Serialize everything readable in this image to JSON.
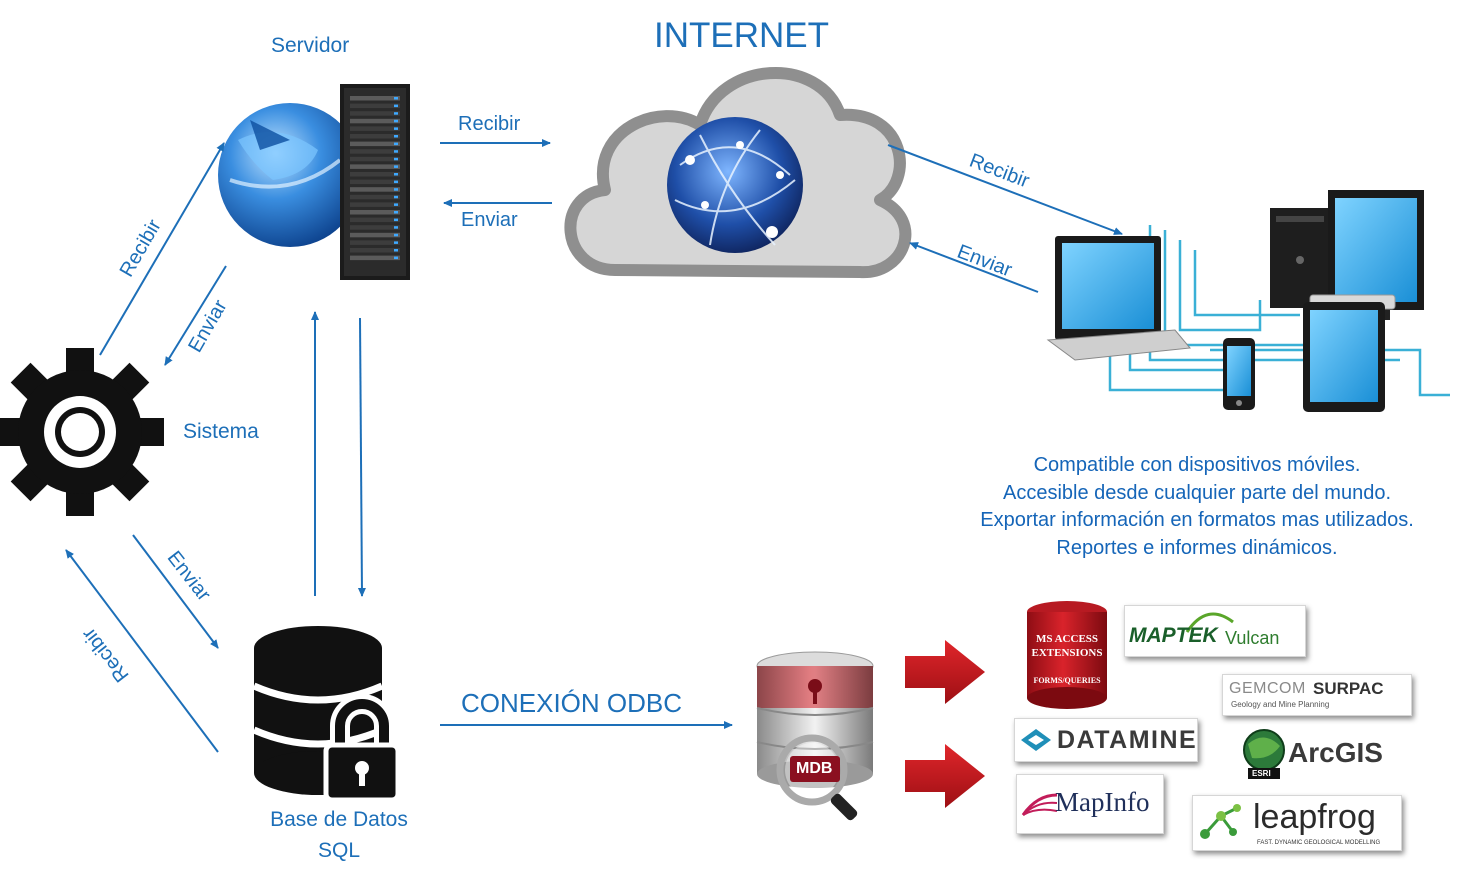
{
  "title": "INTERNET",
  "nodes": {
    "server_label": "Servidor",
    "system_label": "Sistema",
    "database_label_line1": "Base de Datos",
    "database_label_line2": "SQL",
    "mdb_label": "MDB"
  },
  "connection_label": "CONEXIÓN ODBC",
  "arrows": {
    "server_to_internet": "Recibir",
    "internet_to_server": "Enviar",
    "internet_to_devices": "Recibir",
    "devices_to_internet": "Enviar",
    "system_to_server": "Recibir",
    "server_to_system": "Enviar",
    "system_to_db": "Enviar",
    "db_to_system": "Recibir"
  },
  "features": [
    "Compatible con dispositivos móviles.",
    "Accesible desde cualquier parte del mundo.",
    "Exportar información en formatos mas utilizados.",
    "Reportes e informes dinámicos."
  ],
  "logos": {
    "ms_access_line1": "MS ACCESS",
    "ms_access_line2": "EXTENSIONS",
    "ms_access_line3": "FORMS/QUERIES",
    "maptek": "MAPTEK",
    "vulcan": "Vulcan",
    "gemcom": "GEMCOM",
    "surpac": "SURPAC",
    "surpac_sub": "Geology and Mine Planning",
    "datamine": "DATAMINE",
    "arcgis": "ArcGIS",
    "esri": "ESRI",
    "mapinfo": "MapInfo",
    "leapfrog": "leapfrog",
    "leapfrog_sub": "FAST. DYNAMIC GEOLOGICAL MODELLING"
  },
  "colors": {
    "accent": "#1d6fb8",
    "arrow_red": "#c8161b",
    "cloud_gray": "#c8c8c8",
    "icon_black": "#111111"
  }
}
